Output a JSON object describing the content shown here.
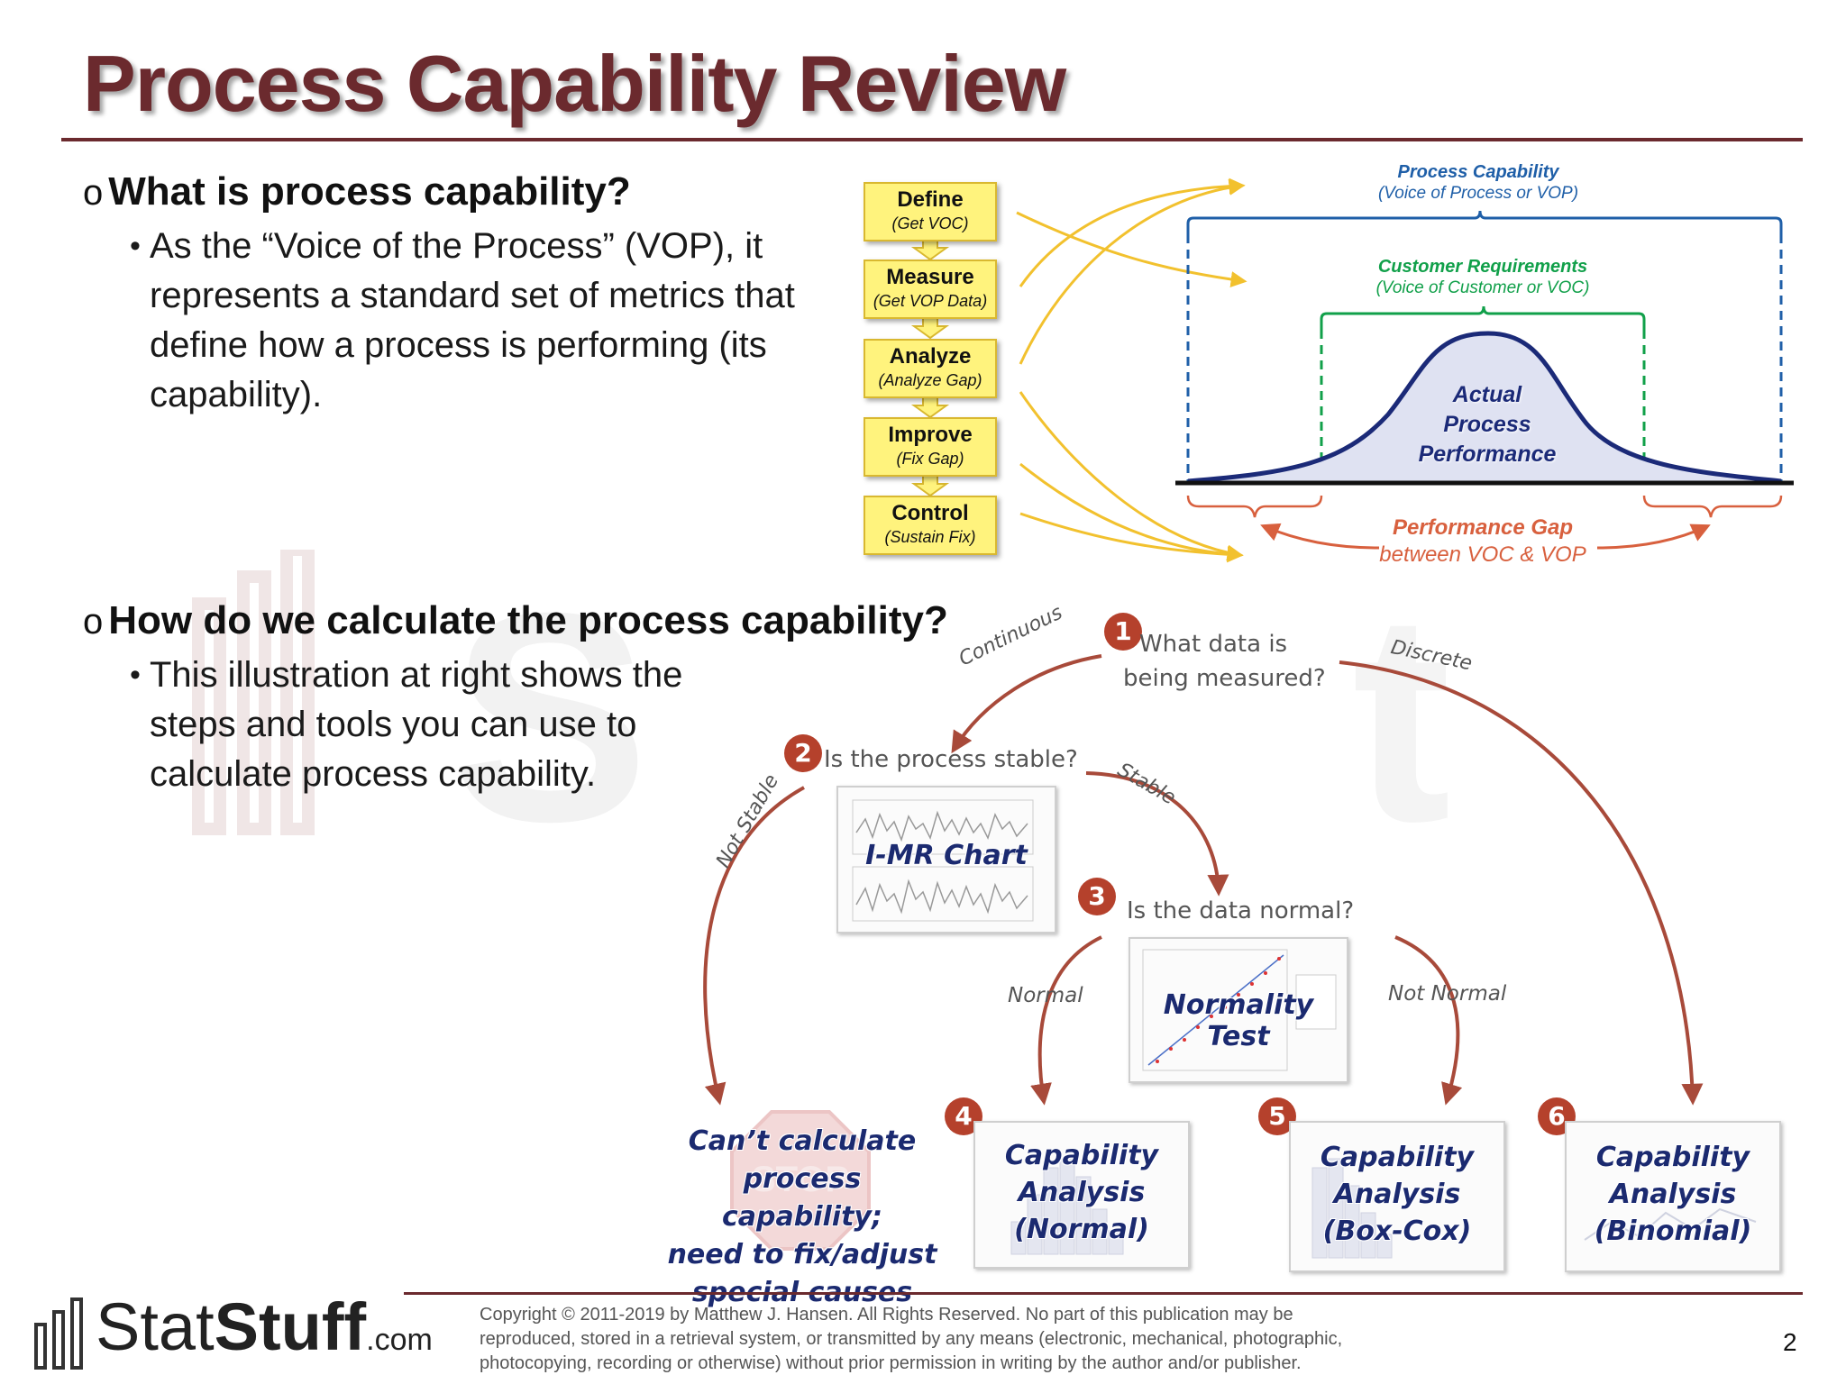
{
  "slide": {
    "title": "Process Capability Review",
    "page_number": "2"
  },
  "section1": {
    "question": "What is process capability?",
    "bullet": "As the “Voice of the Process” (VOP), it represents a standard set of metrics that define how a process is performing (its capability)."
  },
  "section2": {
    "question": "How do we calculate the process capability?",
    "bullet": "This illustration at right shows the steps and tools you can use to calculate process capability."
  },
  "dmaic": [
    {
      "main": "Define",
      "sub": "(Get VOC)"
    },
    {
      "main": "Measure",
      "sub": "(Get VOP Data)"
    },
    {
      "main": "Analyze",
      "sub": "(Analyze Gap)"
    },
    {
      "main": "Improve",
      "sub": "(Fix Gap)"
    },
    {
      "main": "Control",
      "sub": "(Sustain Fix)"
    }
  ],
  "capability_diagram": {
    "process_capability": "Process Capability",
    "vop": "(Voice of Process or VOP)",
    "customer_requirements": "Customer Requirements",
    "voc": "(Voice of Customer or VOC)",
    "actual_line1": "Actual",
    "actual_line2": "Process",
    "actual_line3": "Performance",
    "gap_title": "Performance Gap",
    "gap_sub": "between VOC & VOP"
  },
  "flowchart": {
    "step1_number": "1",
    "step1_line1": "What data is",
    "step1_line2": "being measured?",
    "continuous": "Continuous",
    "discrete": "Discrete",
    "step2_number": "2",
    "step2": "Is the process stable?",
    "stable": "Stable",
    "not_stable": "Not Stable",
    "imr_chart": "I-MR Chart",
    "step3_number": "3",
    "step3": "Is the data normal?",
    "normality_test": "Normality Test",
    "normal": "Normal",
    "not_normal": "Not Normal",
    "cannot_line1": "Can’t calculate",
    "cannot_line2": "process capability;",
    "cannot_line3": "need to fix/adjust",
    "cannot_line4": "special causes",
    "stop": "STOP",
    "step4_number": "4",
    "step5_number": "5",
    "step6_number": "6",
    "cap_line1": "Capability",
    "cap_line2": "Analysis",
    "cap_normal": "(Normal)",
    "cap_boxcox": "(Box-Cox)",
    "cap_binomial": "(Binomial)"
  },
  "footer": {
    "logo_stat": "Stat",
    "logo_stuff": "Stuff",
    "logo_com": ".com",
    "copyright_line1": "Copyright © 2011-2019 by Matthew  J. Hansen.  All Rights Reserved.  No part of this publication may be",
    "copyright_line2": "reproduced, stored in a retrieval system, or transmitted by any means  (electronic, mechanical, photographic,",
    "copyright_line3": "photocopying, recording or otherwise) without prior permission in writing by the author and/or publisher."
  },
  "colors": {
    "title": "#6b2a2e",
    "dmaic_box": "#fff37d",
    "vop_blue": "#1f5fa8",
    "voc_green": "#11a04a",
    "curve_navy": "#1b2a78",
    "gap_red": "#d8603e",
    "step_badge": "#b5412c"
  }
}
